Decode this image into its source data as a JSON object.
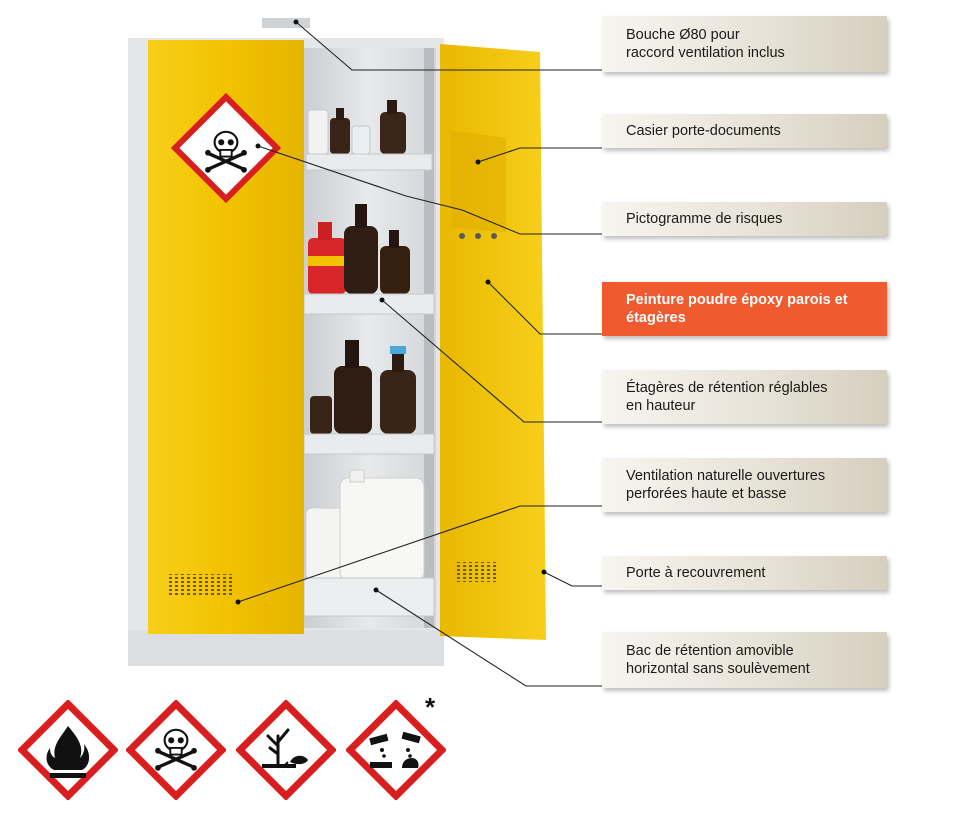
{
  "callouts": [
    {
      "lines": [
        "Bouche Ø80 pour",
        "raccord ventilation inclus"
      ],
      "highlight": false
    },
    {
      "lines": [
        "Casier porte-documents"
      ],
      "highlight": false
    },
    {
      "lines": [
        "Pictogramme de risques"
      ],
      "highlight": false
    },
    {
      "lines": [
        "Peinture poudre époxy parois et",
        "étagères"
      ],
      "highlight": true
    },
    {
      "lines": [
        "Étagères de rétention réglables",
        "en hauteur"
      ],
      "highlight": false
    },
    {
      "lines": [
        "Ventilation naturelle ouvertures",
        "perforées haute et basse"
      ],
      "highlight": false
    },
    {
      "lines": [
        "Porte à recouvrement"
      ],
      "highlight": false
    },
    {
      "lines": [
        "Bac de rétention amovible",
        "horizontal sans soulèvement"
      ],
      "highlight": false
    }
  ],
  "hazard_pictograms": [
    {
      "icon": "flame-icon"
    },
    {
      "icon": "skull-crossbones-icon"
    },
    {
      "icon": "environment-hazard-icon"
    },
    {
      "icon": "corrosive-icon",
      "note": "*"
    }
  ],
  "colors": {
    "door_yellow": "#f2c200",
    "cabinet_grey": "#e4e6e8",
    "highlight": "#ef5a2f",
    "ghs_red": "#d81e1e"
  }
}
